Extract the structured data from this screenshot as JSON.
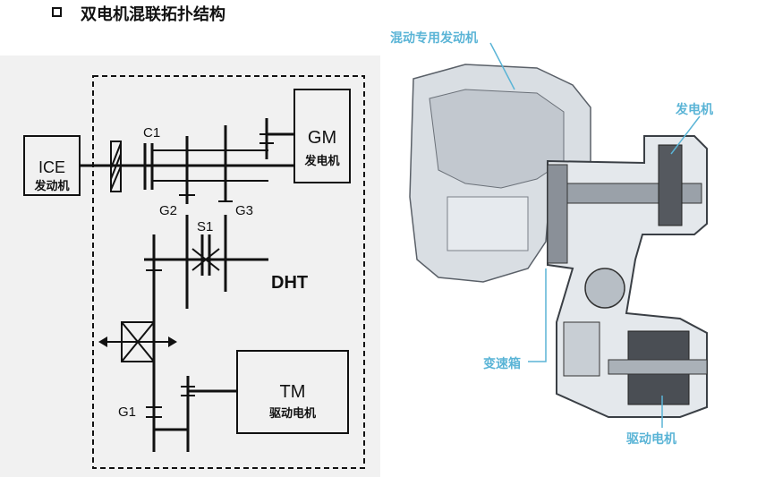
{
  "header": {
    "title": "双电机混联拓扑结构"
  },
  "schematic": {
    "ice_label": "ICE",
    "ice_sub": "发动机",
    "gm_label": "GM",
    "gm_sub": "发电机",
    "tm_label": "TM",
    "tm_sub": "驱动电机",
    "c1": "C1",
    "g2": "G2",
    "g3": "G3",
    "s1": "S1",
    "g1": "G1",
    "dht": "DHT"
  },
  "cutaway": {
    "engine": "混动专用发动机",
    "generator": "发电机",
    "transmission": "变速箱",
    "drive_motor": "驱动电机"
  },
  "colors": {
    "accent": "#5ab4d6",
    "line": "#111111"
  }
}
